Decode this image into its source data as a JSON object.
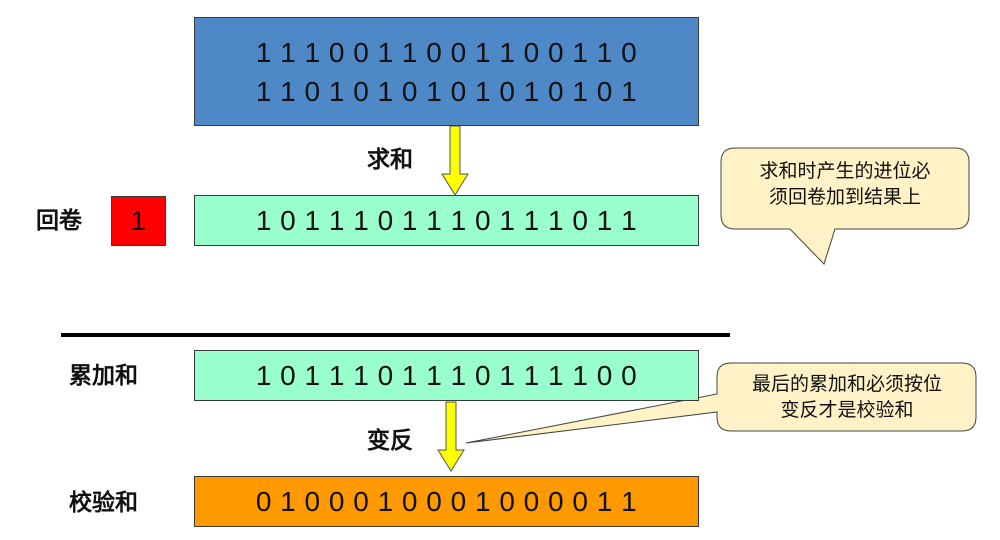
{
  "input_box": {
    "line1": "1 1 1 0 0 1 1 0 0 1 1 0 0 1 1 0",
    "line2": "1 1 0 1 0 1 0 1 0 1 0 1 0 1 0 1"
  },
  "sum_label": "求和",
  "wraparound_label": "回卷",
  "carry_value": "1",
  "sum_box": {
    "bits": "1 0 1 1 1 0 1 1 1 0 1 1 1 0 1 1"
  },
  "callout_top": {
    "line1": "求和时产生的进位必",
    "line2": "须回卷加到结果上"
  },
  "accumulated_label": "累加和",
  "accumulated_box": {
    "bits": "1 0 1 1 1 0 1 1 1 0 1 1 1 1 0 0"
  },
  "invert_label": "变反",
  "callout_bottom": {
    "line1": "最后的累加和必须按位",
    "line2": "变反才是校验和"
  },
  "checksum_label": "校验和",
  "checksum_box": {
    "bits": "0 1 0 0 0 1 0 0 0 1 0 0 0 0 1 1"
  },
  "colors": {
    "input_box": "#4f88c6",
    "sum_box": "#99ffcc",
    "carry_box": "#ff0000",
    "checksum_box": "#ff9900",
    "callout_fill": "#fff2c6",
    "arrow_fill": "#ffff00"
  }
}
